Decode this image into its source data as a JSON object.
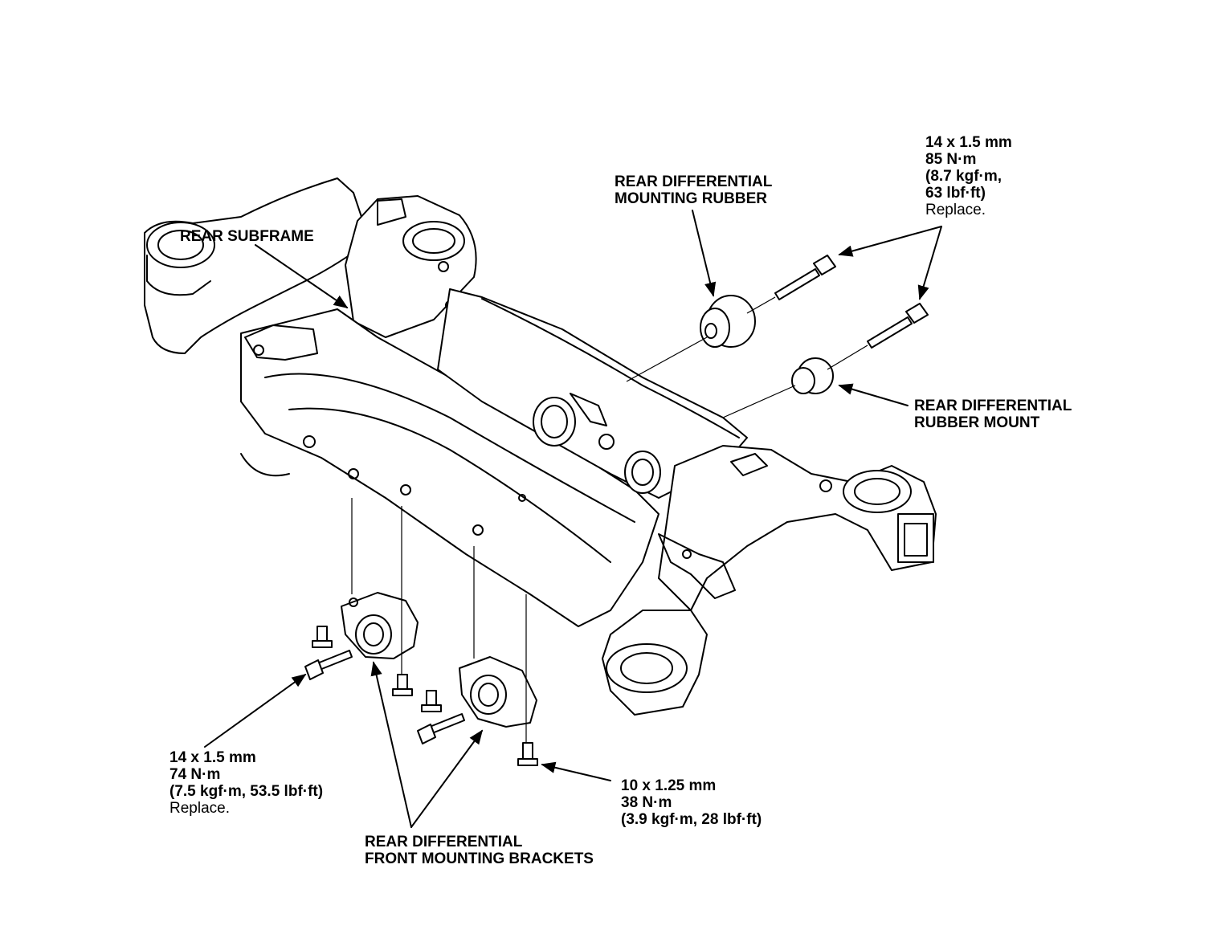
{
  "diagram": {
    "labels": {
      "rear_subframe": "REAR SUBFRAME",
      "mounting_rubber": [
        "REAR DIFFERENTIAL",
        "MOUNTING RUBBER"
      ],
      "rubber_mount": [
        "REAR DIFFERENTIAL",
        "RUBBER MOUNT"
      ],
      "front_brackets": [
        "REAR DIFFERENTIAL",
        "FRONT MOUNTING BRACKETS"
      ]
    },
    "specs": {
      "upper_bolt": {
        "size": "14 x 1.5 mm",
        "torque": "85 N·m",
        "alt1": "(8.7 kgf·m,",
        "alt2": "63 lbf·ft)",
        "note": "Replace."
      },
      "lower_left_bolt": {
        "size": "14 x 1.5 mm",
        "torque": "74 N·m",
        "alt": "(7.5 kgf·m, 53.5 lbf·ft)",
        "note": "Replace."
      },
      "lower_small_bolt": {
        "size": "10 x 1.25 mm",
        "torque": "38 N·m",
        "alt": "(3.9 kgf·m, 28 lbf·ft)"
      }
    }
  }
}
